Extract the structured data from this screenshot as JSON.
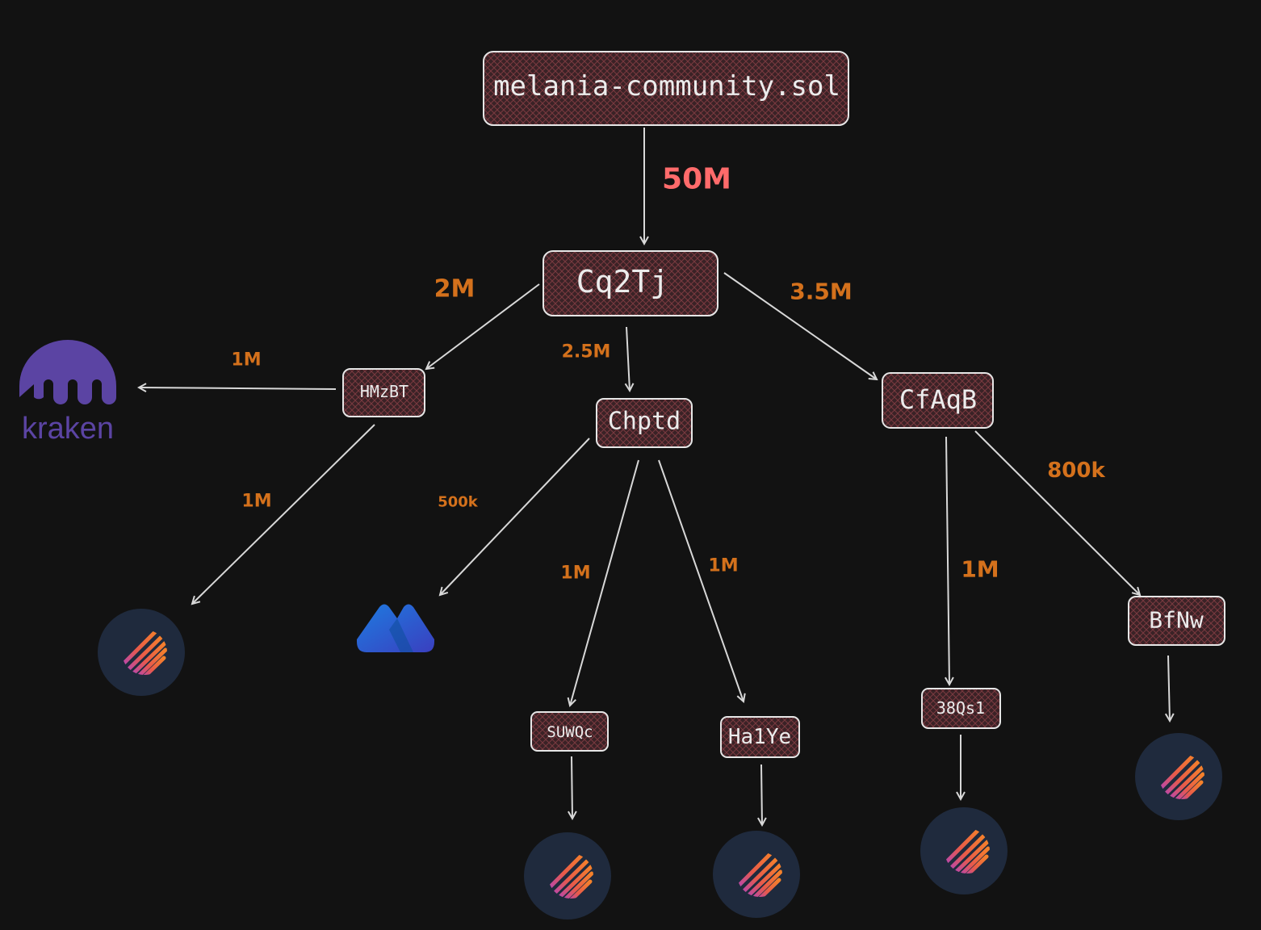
{
  "colors": {
    "background": "#121212",
    "node_fill": "#3a2226",
    "node_hatch": "#7a3a40",
    "edge": "#d8d8d8",
    "amount_orange": "#d4711c",
    "amount_red": "#ff6b6b",
    "kraken_purple": "#5b44a3",
    "jupiter_bg": "#1f2a3d",
    "jupiter_stripe": "#f26b2a",
    "meteora_blue": "#1a6fd1"
  },
  "nodes": {
    "root": "melania-community.sol",
    "cq2tj": "Cq2Tj",
    "hmzbt": "HMzBT",
    "chptd": "Chptd",
    "cfaqb": "CfAqB",
    "suwqc": "SUWQc",
    "ha1ye": "Ha1Ye",
    "q38qs1": "38Qs1",
    "bfnw": "BfNw"
  },
  "logos": {
    "kraken": {
      "icon": "kraken-icon",
      "wordmark": "kraken"
    },
    "meteora": {
      "icon": "meteora-icon"
    },
    "jupiter": {
      "icon": "jupiter-icon"
    }
  },
  "edges": {
    "root_cq2tj": "50M",
    "cq2tj_hmzbt": "2M",
    "cq2tj_chptd": "2.5M",
    "cq2tj_cfaqb": "3.5M",
    "hmzbt_kraken": "1M",
    "hmzbt_jupiter": "1M",
    "chptd_meteora": "500k",
    "chptd_suwqc": "1M",
    "chptd_ha1ye": "1M",
    "cfaqb_38qs1": "1M",
    "cfaqb_bfnw": "800k"
  }
}
